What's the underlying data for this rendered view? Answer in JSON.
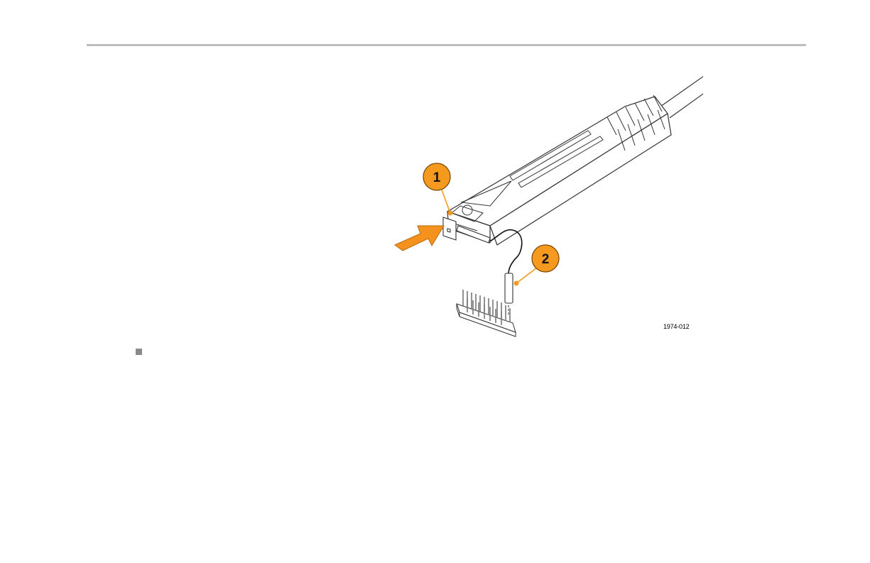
{
  "figure": {
    "callouts": [
      {
        "number": "1"
      },
      {
        "number": "2"
      }
    ],
    "figure_id": "1974-012"
  },
  "colors": {
    "callout_fill": "#f59a1f",
    "callout_stroke": "#7a4a06",
    "arrow_fill": "#f5921e",
    "rule": "#bdbdbd",
    "bullet": "#8a8a8a"
  },
  "icons": {
    "bullet": "square-bullet-icon",
    "arrow": "push-arrow-icon"
  }
}
